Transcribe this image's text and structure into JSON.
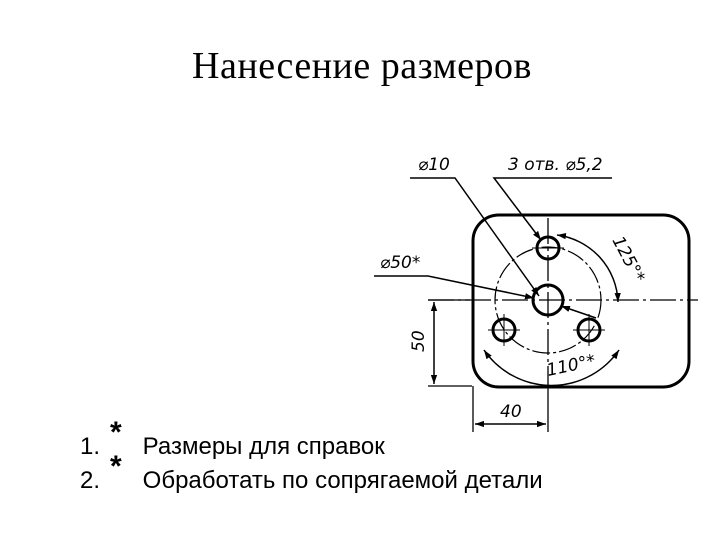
{
  "title": "Нанесение размеров",
  "drawing": {
    "labels": {
      "hole_small_diameter": "⌀10",
      "holes_count": "3 отв. ⌀5,2",
      "center_diameter": "⌀50*",
      "angle_upper": "125°*",
      "angle_lower": "110°*",
      "height_dim": "50",
      "width_dim": "40"
    }
  },
  "notes": [
    {
      "num": "1.",
      "star": "*",
      "text": "Размеры для справок"
    },
    {
      "num": "2.",
      "star": "*",
      "text": "Обработать по сопрягаемой детали"
    }
  ]
}
